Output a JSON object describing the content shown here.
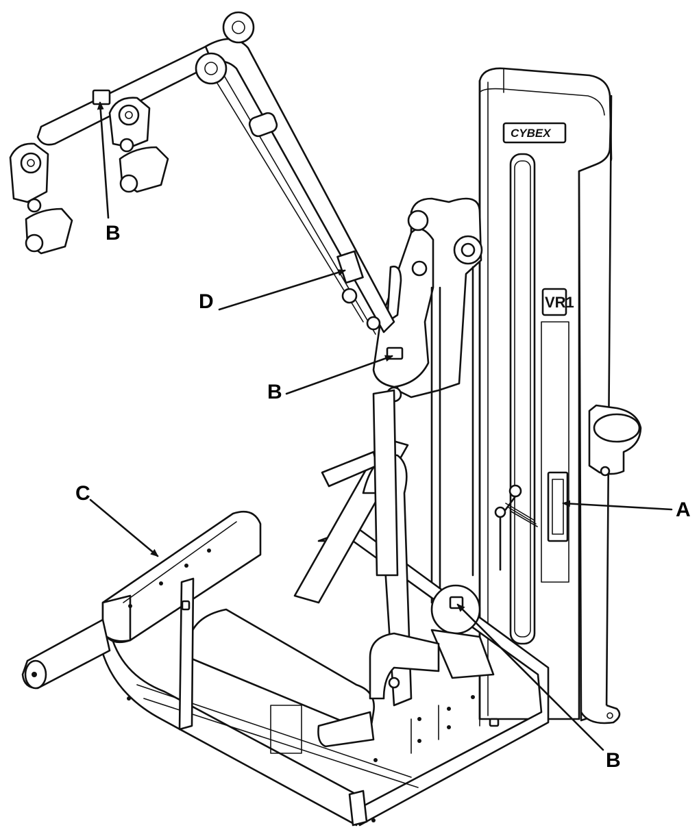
{
  "brand": "CYBEX",
  "model_badge": "VR1",
  "callouts": {
    "a": "A",
    "b_top": "B",
    "b_mid": "B",
    "b_bottom": "B",
    "c": "C",
    "d": "D"
  }
}
